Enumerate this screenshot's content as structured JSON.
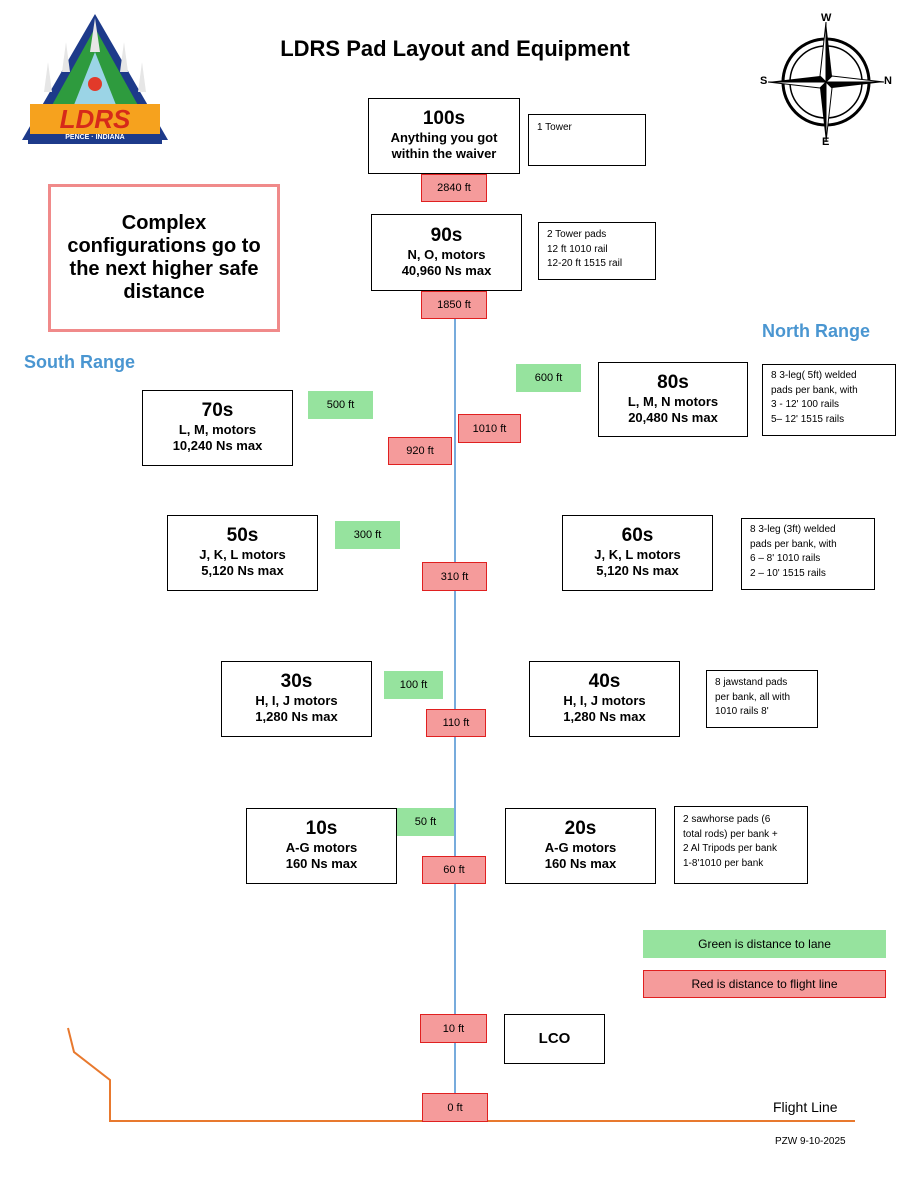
{
  "title": "LDRS Pad Layout and Equipment",
  "logo": {
    "text": "LDRS",
    "subtext": "PENCE · INDIANA"
  },
  "compass": {
    "top": "W",
    "left": "S",
    "right": "N",
    "bottom": "E"
  },
  "ranges": {
    "south": "South Range",
    "north": "North Range"
  },
  "complex_note": "Complex configurations go to the next higher safe distance",
  "pads": {
    "p100": {
      "name": "100s",
      "lines": [
        "Anything you got",
        "within the waiver"
      ],
      "note": [
        "1 Tower"
      ]
    },
    "p90": {
      "name": "90s",
      "lines": [
        "N, O, motors",
        "40,960 Ns max"
      ],
      "note": [
        "2 Tower pads",
        "12 ft 1010 rail",
        "12-20 ft 1515 rail"
      ]
    },
    "p80": {
      "name": "80s",
      "lines": [
        "L, M, N motors",
        "20,480 Ns max"
      ],
      "note": [
        "8 3-leg( 5ft) welded",
        "pads per bank,  with",
        "3 - 12' 100 rails",
        "5– 12' 1515 rails"
      ]
    },
    "p70": {
      "name": "70s",
      "lines": [
        "L, M, motors",
        "10,240 Ns max"
      ]
    },
    "p60": {
      "name": "60s",
      "lines": [
        "J, K, L  motors",
        "5,120 Ns max"
      ],
      "note": [
        "8 3-leg (3ft) welded",
        "pads per bank, with",
        "6 – 8' 1010 rails",
        "2 – 10' 1515 rails"
      ]
    },
    "p50": {
      "name": "50s",
      "lines": [
        "J, K, L  motors",
        "5,120 Ns max"
      ]
    },
    "p40": {
      "name": "40s",
      "lines": [
        "H, I, J  motors",
        "1,280 Ns max"
      ],
      "note": [
        "8 jawstand pads",
        "per bank, all with",
        "1010 rails 8'"
      ]
    },
    "p30": {
      "name": "30s",
      "lines": [
        "H, I, J  motors",
        "1,280 Ns max"
      ]
    },
    "p20": {
      "name": "20s",
      "lines": [
        "A-G  motors",
        "160 Ns max"
      ],
      "note": [
        "2 sawhorse pads  (6",
        "total rods) per bank +",
        "2 Al Tripods per bank",
        "1-8'1010 per bank"
      ]
    },
    "p10": {
      "name": "10s",
      "lines": [
        "A-G  motors",
        "160 Ns max"
      ]
    },
    "lco": {
      "name": "LCO"
    }
  },
  "flight_distances": {
    "d2840": "2840 ft",
    "d1850": "1850 ft",
    "d1010": "1010 ft",
    "d920": "920 ft",
    "d310": "310 ft",
    "d110": "110 ft",
    "d60": "60 ft",
    "d10": "10 ft",
    "d0": "0 ft"
  },
  "lane_distances": {
    "d600": "600 ft",
    "d500": "500 ft",
    "d300": "300 ft",
    "d100": "100 ft",
    "d50": "50 ft"
  },
  "legend": {
    "green": "Green is distance to lane",
    "red": "Red is distance to flight line"
  },
  "flight_line_label": "Flight Line",
  "footer": "PZW 9-10-2025",
  "colors": {
    "red_fill": "#f59b9b",
    "red_border": "#e02020",
    "green_fill": "#96e39e",
    "range_blue": "#4a96d1",
    "flight_line": "#e8792e",
    "center_line": "#4a8fd1"
  }
}
